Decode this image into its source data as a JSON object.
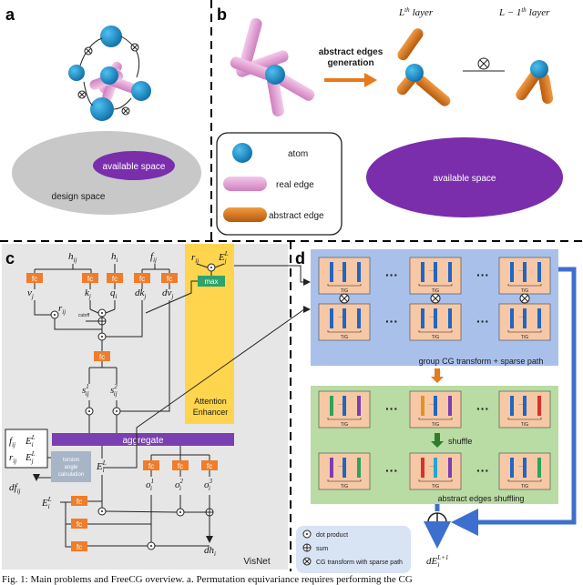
{
  "panels": {
    "a": {
      "label": "a",
      "available_space": "available space",
      "design_space": "design space"
    },
    "b": {
      "label": "b",
      "layer_l": "L",
      "layer_l_sup": "th",
      "layer_l_rest": "layer",
      "layer_lm1": "L − 1",
      "layer_lm1_sup": "th",
      "layer_lm1_rest": "layer",
      "arrow_label_1": "abstract edges",
      "arrow_label_2": "generation",
      "available_space": "available space",
      "legend": {
        "atom": "atom",
        "real_edge": "real edge",
        "abstract_edge": "abstract edge"
      }
    },
    "c": {
      "label": "c",
      "h_ij": "h",
      "h_ij_sub": "ij",
      "h_i": "h",
      "h_i_sub": "i",
      "f_ij": "f",
      "f_ij_sub": "ij",
      "fc": "fc",
      "v_j": "v",
      "v_j_sub": "j",
      "k_j": "k",
      "k_j_sub": "j",
      "q_i": "q",
      "q_i_sub": "i",
      "dk_j": "dk",
      "dk_j_sub": "j",
      "dv_j": "dv",
      "dv_j_sub": "j",
      "r_ij": "r",
      "r_ij_sub": "ij",
      "cutoff": "cutoff",
      "s1": "s",
      "s1_sub": "ij",
      "s1_sup": "1",
      "s2": "s",
      "s2_sub": "ij",
      "s2_sup": "2",
      "vec_r_ij": "r",
      "vec_r_ij_sub": "ij",
      "E_j": "E",
      "E_j_sub": "j",
      "E_j_sup": "L",
      "max": "max",
      "attention_1": "Attention",
      "attention_2": "Enhancer",
      "aggregate": "aggregate",
      "f_ij_box": "f",
      "f_ij_box_sub": "ij",
      "E_i_box": "E",
      "E_i_box_sub": "i",
      "E_i_box_sup": "L",
      "r_ij_box": "r",
      "r_ij_box_sub": "ij",
      "E_j_box": "E",
      "E_j_box_sub": "j",
      "E_j_box_sup": "L",
      "torsion_1": "torsion",
      "torsion_2": "angle",
      "torsion_3": "calculation",
      "E_i_mid": "E",
      "E_i_mid_sub": "i",
      "E_i_mid_sup": "L",
      "df_ij": "df",
      "df_ij_sub": "ij",
      "o1": "o",
      "o1_sub": "i",
      "o1_sup": "1",
      "o2": "o",
      "o2_sub": "i",
      "o2_sup": "2",
      "o3": "o",
      "o3_sub": "i",
      "o3_sup": "3",
      "E_i_low": "E",
      "E_i_low_sub": "i",
      "E_i_low_sup": "L",
      "dh_i": "dh",
      "dh_i_sub": "i",
      "visnet": "VisNet"
    },
    "d": {
      "label": "d",
      "tg": "T/G",
      "ellipsis": "···",
      "group_label": "group CG transform + sparse path",
      "shuffle": "shuffle",
      "shuffle_label": "abstract edges shuffling",
      "out": "dE",
      "out_sub": "i",
      "out_sup": "L+1",
      "legend": {
        "dot": "dot product",
        "sum": "sum",
        "cg": "CG transform with sparse path"
      }
    }
  },
  "caption": "Fig. 1: Main problems and FreeCG overview. a. Permutation equivariance requires performing the CG",
  "colors": {
    "atom": "#1b90cf",
    "real_edge": "#e7a8d8",
    "abstract_edge": "#e77a1a",
    "available_space": "#7a2eab",
    "design_space": "#c8c8c8",
    "fc": "#ef7d2a",
    "attention": "#ffd54d",
    "aggregate": "#7a3fb0",
    "visnet_bg": "#e6e6e6",
    "group_bg": "#a9c1ea",
    "shuffle_bg": "#b9dba4",
    "cell": "#f7c8a6",
    "bar_blue": "#2166c2",
    "link_blue": "#3d6fcf"
  }
}
